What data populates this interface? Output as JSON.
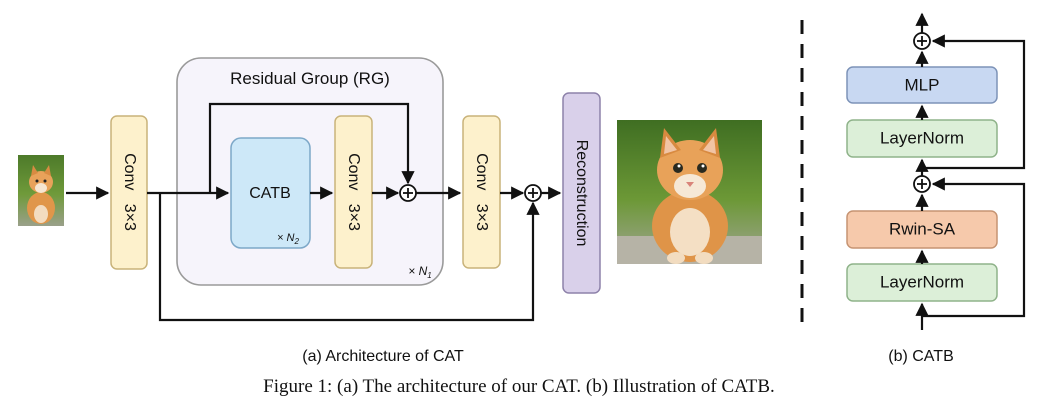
{
  "group": {
    "title": "Residual Group (RG)",
    "repeat": "× N",
    "repeat_sub": "1"
  },
  "blocks": {
    "conv_first": "Conv   3×3",
    "catb": "CATB",
    "catb_repeat": "× N",
    "catb_repeat_sub": "2",
    "conv_inner": "Conv   3×3",
    "conv_last": "Conv   3×3",
    "reconstruction": "Reconstruction"
  },
  "catb_detail": {
    "mlp": "MLP",
    "layernorm_top": "LayerNorm",
    "rwin_sa": "Rwin-SA",
    "layernorm_bottom": "LayerNorm"
  },
  "captions": {
    "sub_a": "(a) Architecture of CAT",
    "sub_b": "(b) CATB",
    "figure": "Figure 1: (a) The architecture of our CAT. (b) Illustration of CATB."
  },
  "images": {
    "input_icon": "kitten-input-image",
    "output_icon": "kitten-output-image"
  },
  "colors": {
    "conv_fill": "#fdf1cc",
    "conv_stroke": "#c9b37a",
    "catb_fill": "#cde8f8",
    "catb_stroke": "#7da8c8",
    "group_fill": "#f6f4fb",
    "group_stroke": "#9a9a9a",
    "reconstruction_fill": "#d9d0ea",
    "reconstruction_stroke": "#8e82aa",
    "mlp_fill": "#c8d8f2",
    "mlp_stroke": "#7d93b8",
    "layernorm_fill": "#dcefd8",
    "layernorm_stroke": "#8fb38a",
    "rwin_fill": "#f6c9ab",
    "rwin_stroke": "#c69473"
  }
}
